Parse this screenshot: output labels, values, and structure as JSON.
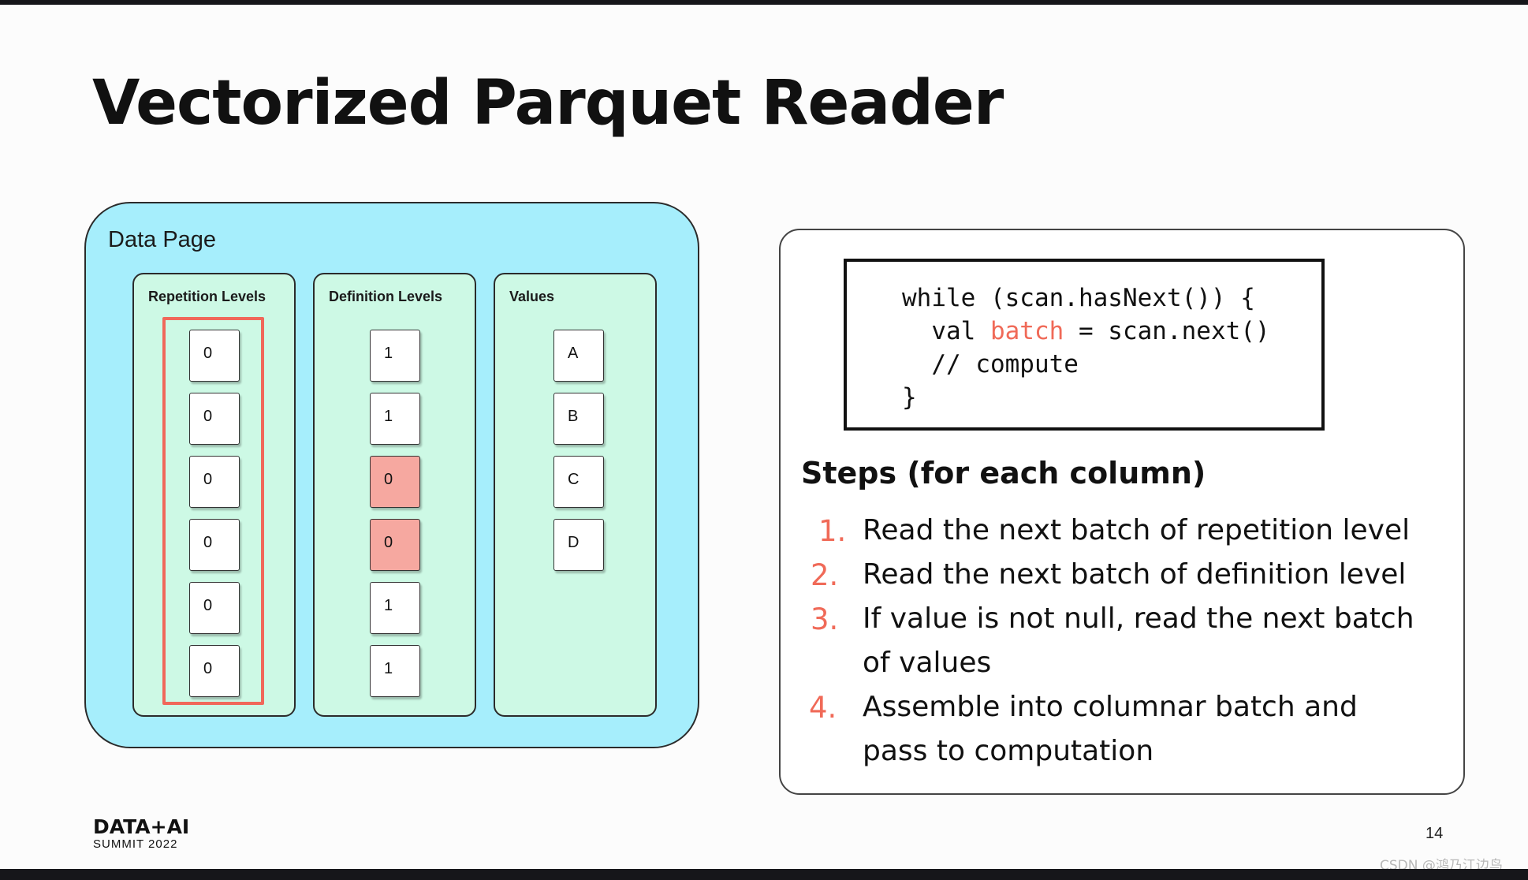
{
  "slide": {
    "title": "Vectorized Parquet Reader",
    "page_number": "14",
    "logo_main": "DATA+AI",
    "logo_sub": "SUMMIT 2022",
    "watermark": "CSDN @鸿乃江边鸟"
  },
  "data_page": {
    "title": "Data Page",
    "columns": [
      {
        "title": "Repetition Levels",
        "cells": [
          "0",
          "0",
          "0",
          "0",
          "0",
          "0"
        ],
        "highlighted_cells": []
      },
      {
        "title": "Definition Levels",
        "cells": [
          "1",
          "1",
          "0",
          "0",
          "1",
          "1"
        ],
        "highlighted_cells": [
          2,
          3
        ]
      },
      {
        "title": "Values",
        "cells": [
          "A",
          "B",
          "C",
          "D"
        ],
        "highlighted_cells": []
      }
    ],
    "colors": {
      "page_bg": "#a6eefc",
      "column_bg": "#cdf9e5",
      "highlight": "#f0685a",
      "null_cell": "#f6a8a0"
    }
  },
  "code": {
    "lines": [
      {
        "text": "while (scan.hasNext()) {"
      },
      {
        "prefix": "  val ",
        "highlight": "batch",
        "suffix": " = scan.next()"
      },
      {
        "text": "  // compute"
      },
      {
        "text": "}"
      }
    ]
  },
  "steps": {
    "title": "Steps (for each column)",
    "items": [
      {
        "num": "1.",
        "lines": [
          "Read the next batch of repetition level"
        ]
      },
      {
        "num": "2.",
        "lines": [
          "Read the next batch of definition level"
        ]
      },
      {
        "num": "3.",
        "lines": [
          "If value is not null, read the next batch",
          "of values"
        ]
      },
      {
        "num": "4.",
        "lines": [
          "Assemble into columnar batch and",
          "pass to computation"
        ]
      }
    ]
  }
}
